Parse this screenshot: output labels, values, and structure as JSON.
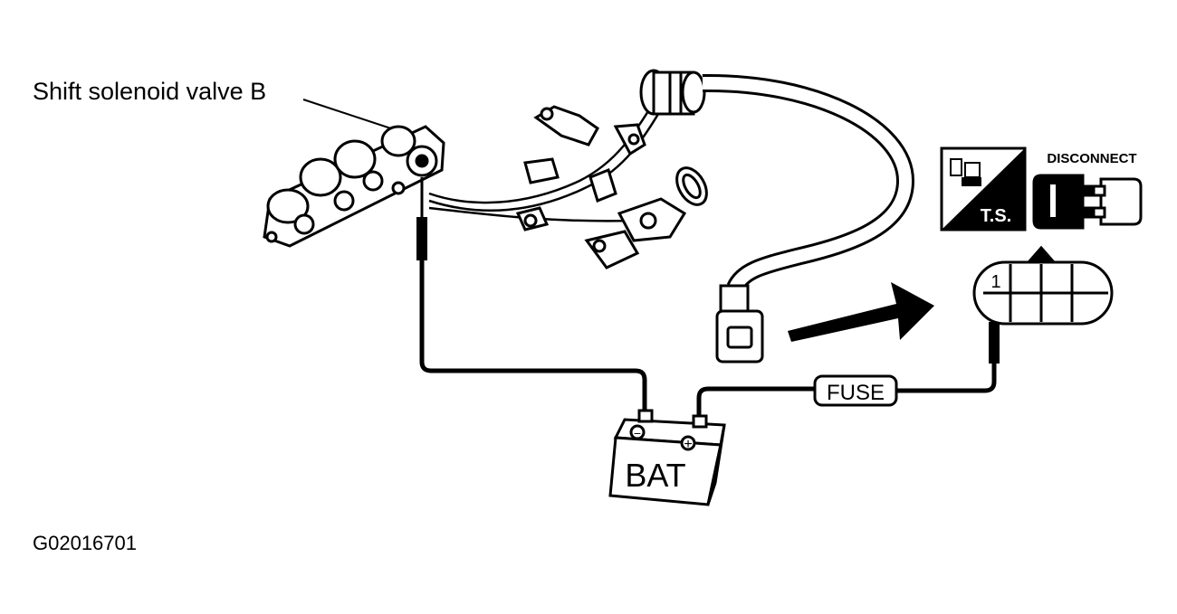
{
  "diagram": {
    "callout_label": "Shift solenoid valve B",
    "figure_id": "G02016701",
    "battery_label": "BAT",
    "battery_negative": "−",
    "battery_positive": "+",
    "fuse_label": "FUSE",
    "ts_label": "T.S.",
    "disconnect_label": "DISCONNECT",
    "connector_terminal": "1"
  }
}
